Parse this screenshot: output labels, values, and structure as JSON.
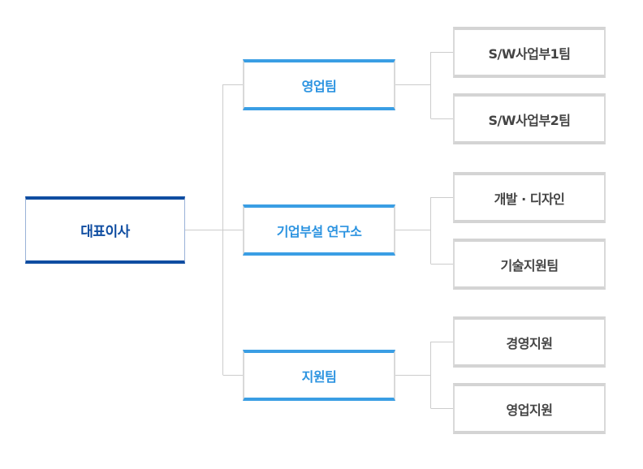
{
  "org": {
    "ceo": "대표이사",
    "departments": [
      {
        "name": "영업팀",
        "teams": [
          "S/W사업부1팀",
          "S/W사업부2팀"
        ]
      },
      {
        "name": "기업부설 연구소",
        "teams": [
          "개발 · 디자인",
          "기술지원팀"
        ]
      },
      {
        "name": "지원팀",
        "teams": [
          "경영지원",
          "영업지원"
        ]
      }
    ]
  },
  "colors": {
    "ceo_accent": "#0f4da1",
    "dept_accent": "#3a9ee4",
    "team_accent": "#d4d4d4",
    "connector": "#cccccc"
  }
}
